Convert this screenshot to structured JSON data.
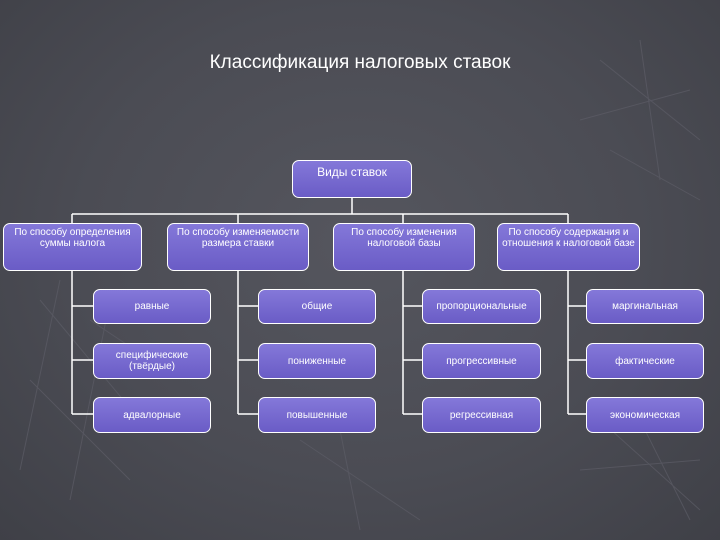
{
  "title": "Классификация налоговых ставок",
  "root": "Виды ставок",
  "columns": [
    {
      "label": "По способу определения суммы налога",
      "items": [
        "равные",
        "специфические (твёрдые)",
        "адвалорные"
      ]
    },
    {
      "label": "По способу изменяемости размера ставки",
      "items": [
        "общие",
        "пониженные",
        "повышенные"
      ]
    },
    {
      "label": "По способу изменения налоговой базы",
      "items": [
        "пропорциональные",
        "прогрессивные",
        "регрессивная"
      ]
    },
    {
      "label": "По способу содержания и отношения к налоговой базе",
      "items": [
        "маргинальная",
        "фактические",
        "экономическая"
      ]
    }
  ],
  "colors": {
    "box_fill": "#7466d0",
    "box_border": "#ffffff",
    "connector": "#ffffff",
    "background": "#4e4f57"
  }
}
